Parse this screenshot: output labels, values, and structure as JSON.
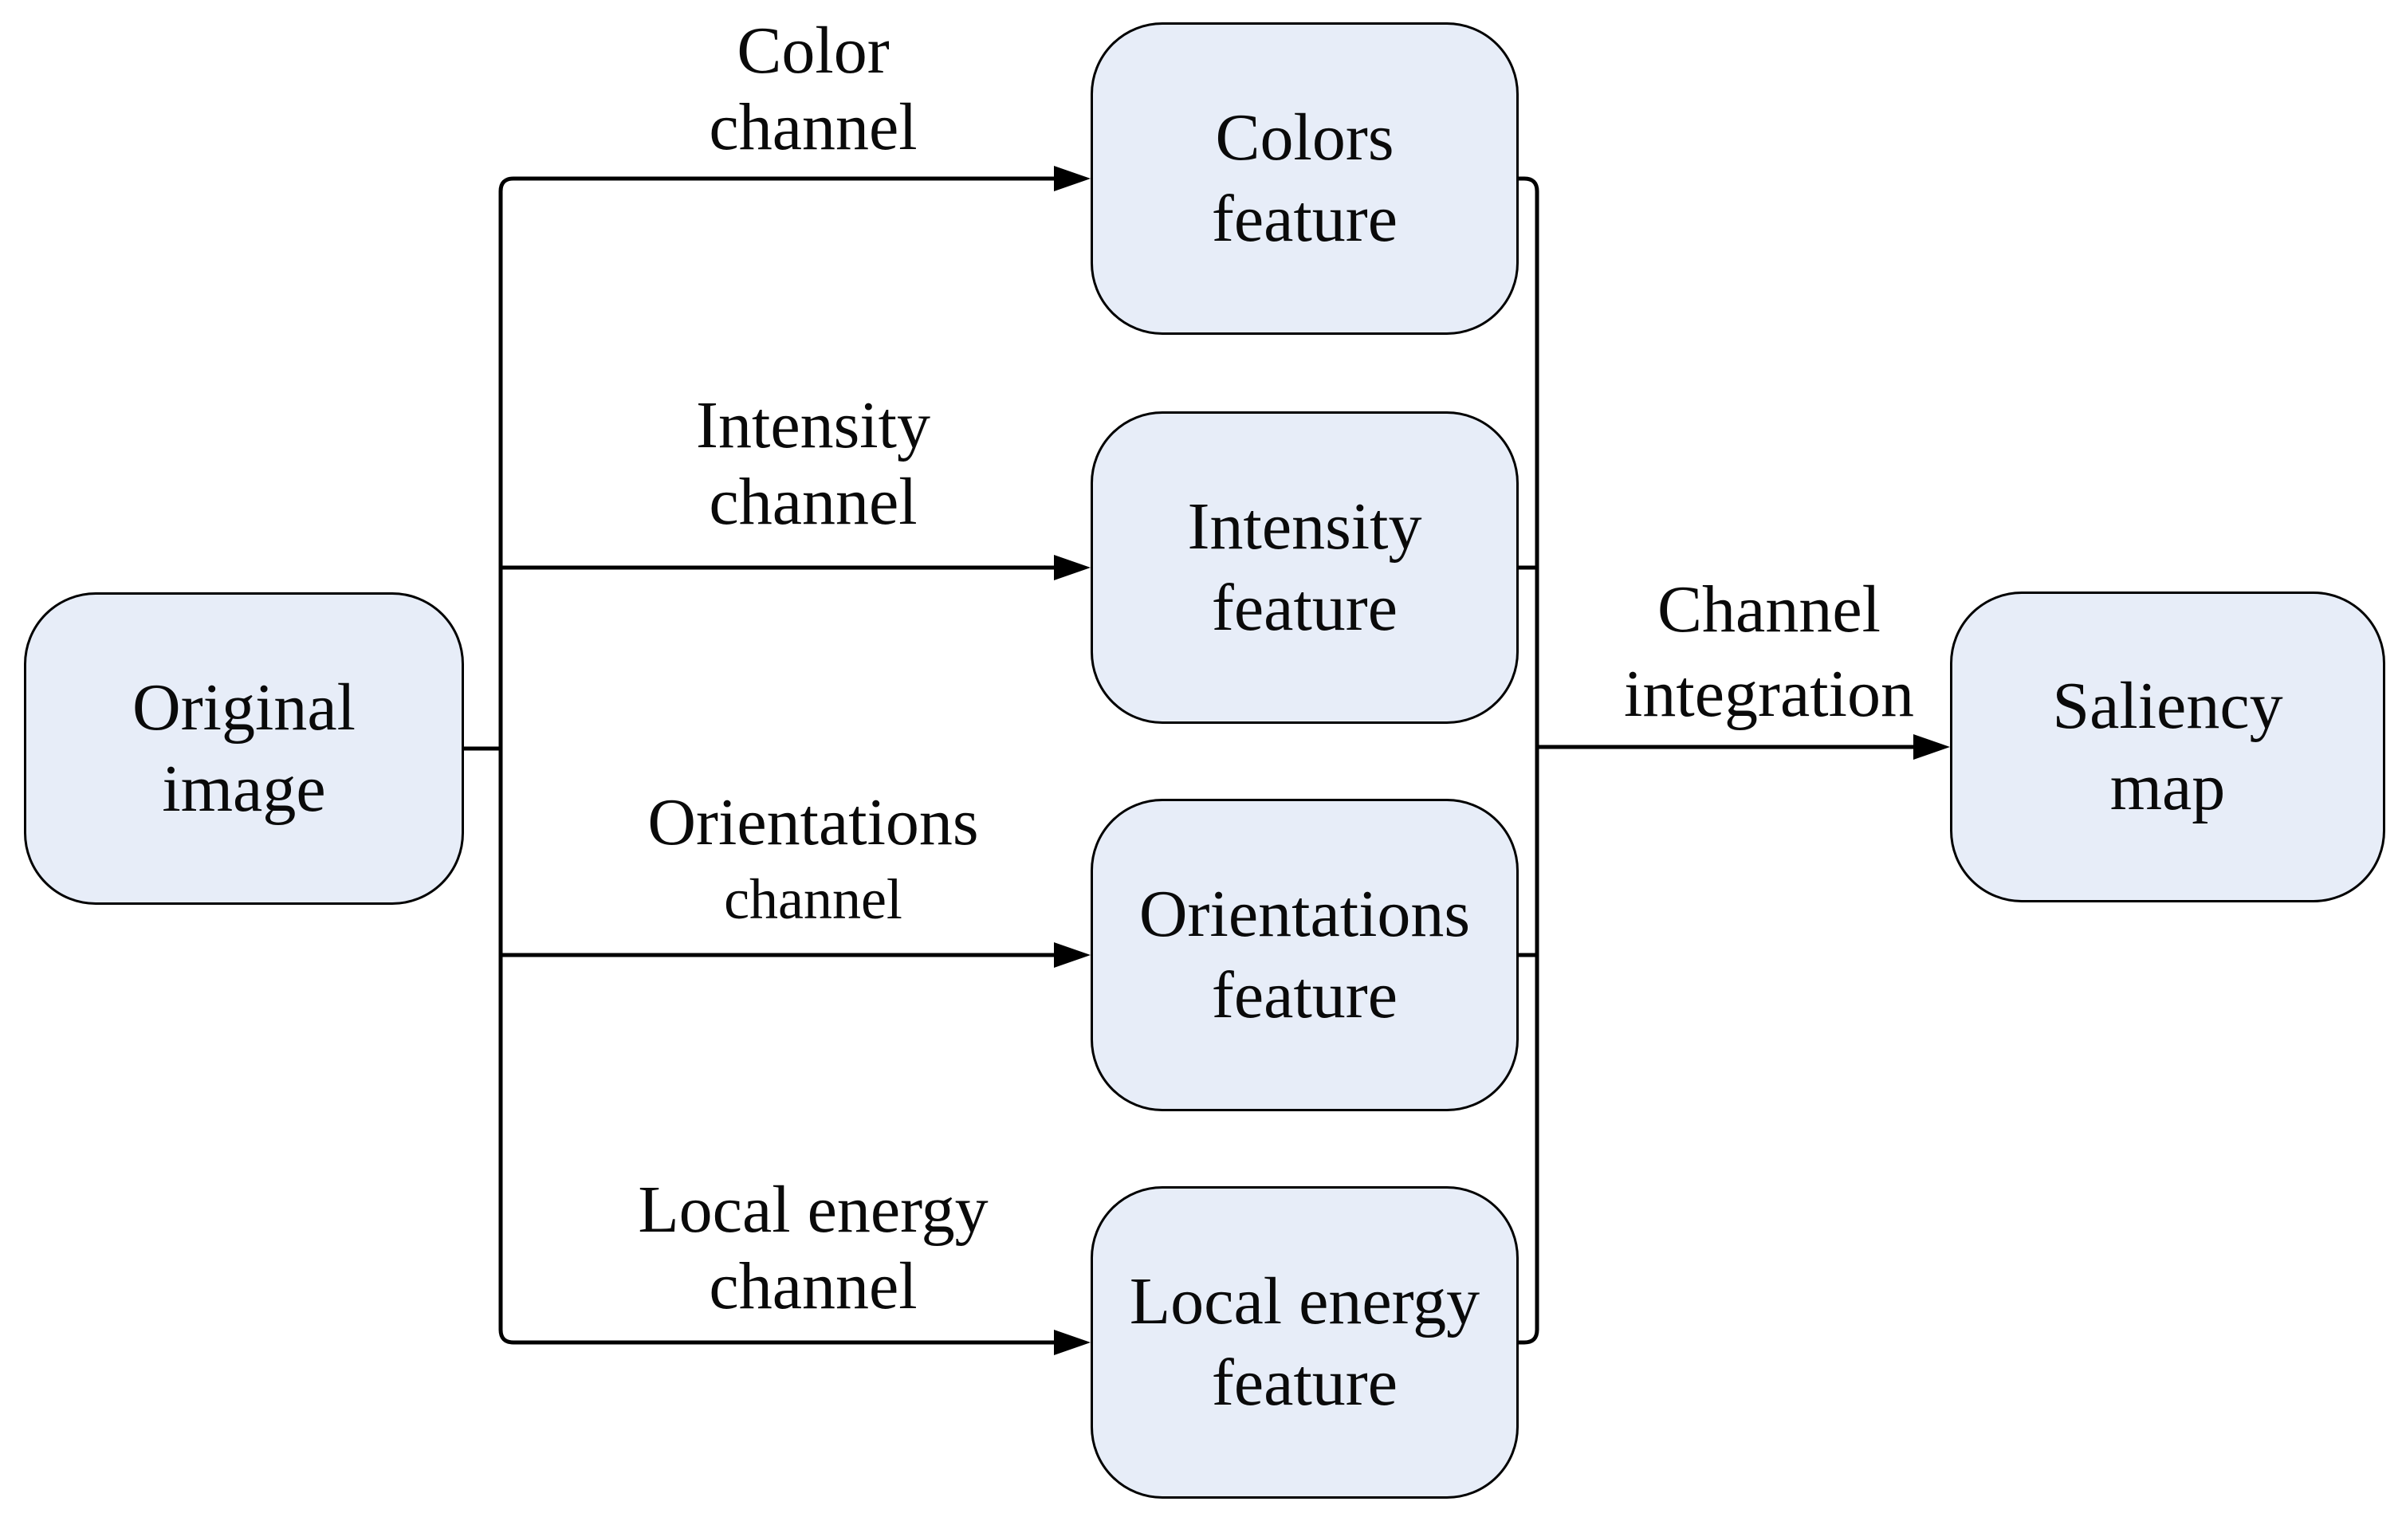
{
  "colors": {
    "background": "#ffffff",
    "node_fill": "#e7edf8",
    "node_stroke": "#000000",
    "connector": "#000000",
    "text": "#0a0a0a"
  },
  "nodes": {
    "original_image": {
      "line1": "Original",
      "line2": "image"
    },
    "colors_feature": {
      "line1": "Colors",
      "line2": "feature"
    },
    "intensity_feature": {
      "line1": "Intensity",
      "line2": "feature"
    },
    "orientations_feature": {
      "line1": "Orientations",
      "line2": "feature"
    },
    "local_energy_feature": {
      "line1": "Local energy",
      "line2": "feature"
    },
    "saliency_map": {
      "line1": "Saliency",
      "line2": "map"
    }
  },
  "edge_labels": {
    "color_channel": {
      "line1": "Color",
      "line2": "channel"
    },
    "intensity_channel": {
      "line1": "Intensity",
      "line2": "channel"
    },
    "orientations_channel": {
      "line1": "Orientations",
      "line2": "channel"
    },
    "local_energy_channel": {
      "line1": "Local energy",
      "line2": "channel"
    },
    "channel_integration": {
      "line1": "Channel",
      "line2": "integration"
    }
  }
}
